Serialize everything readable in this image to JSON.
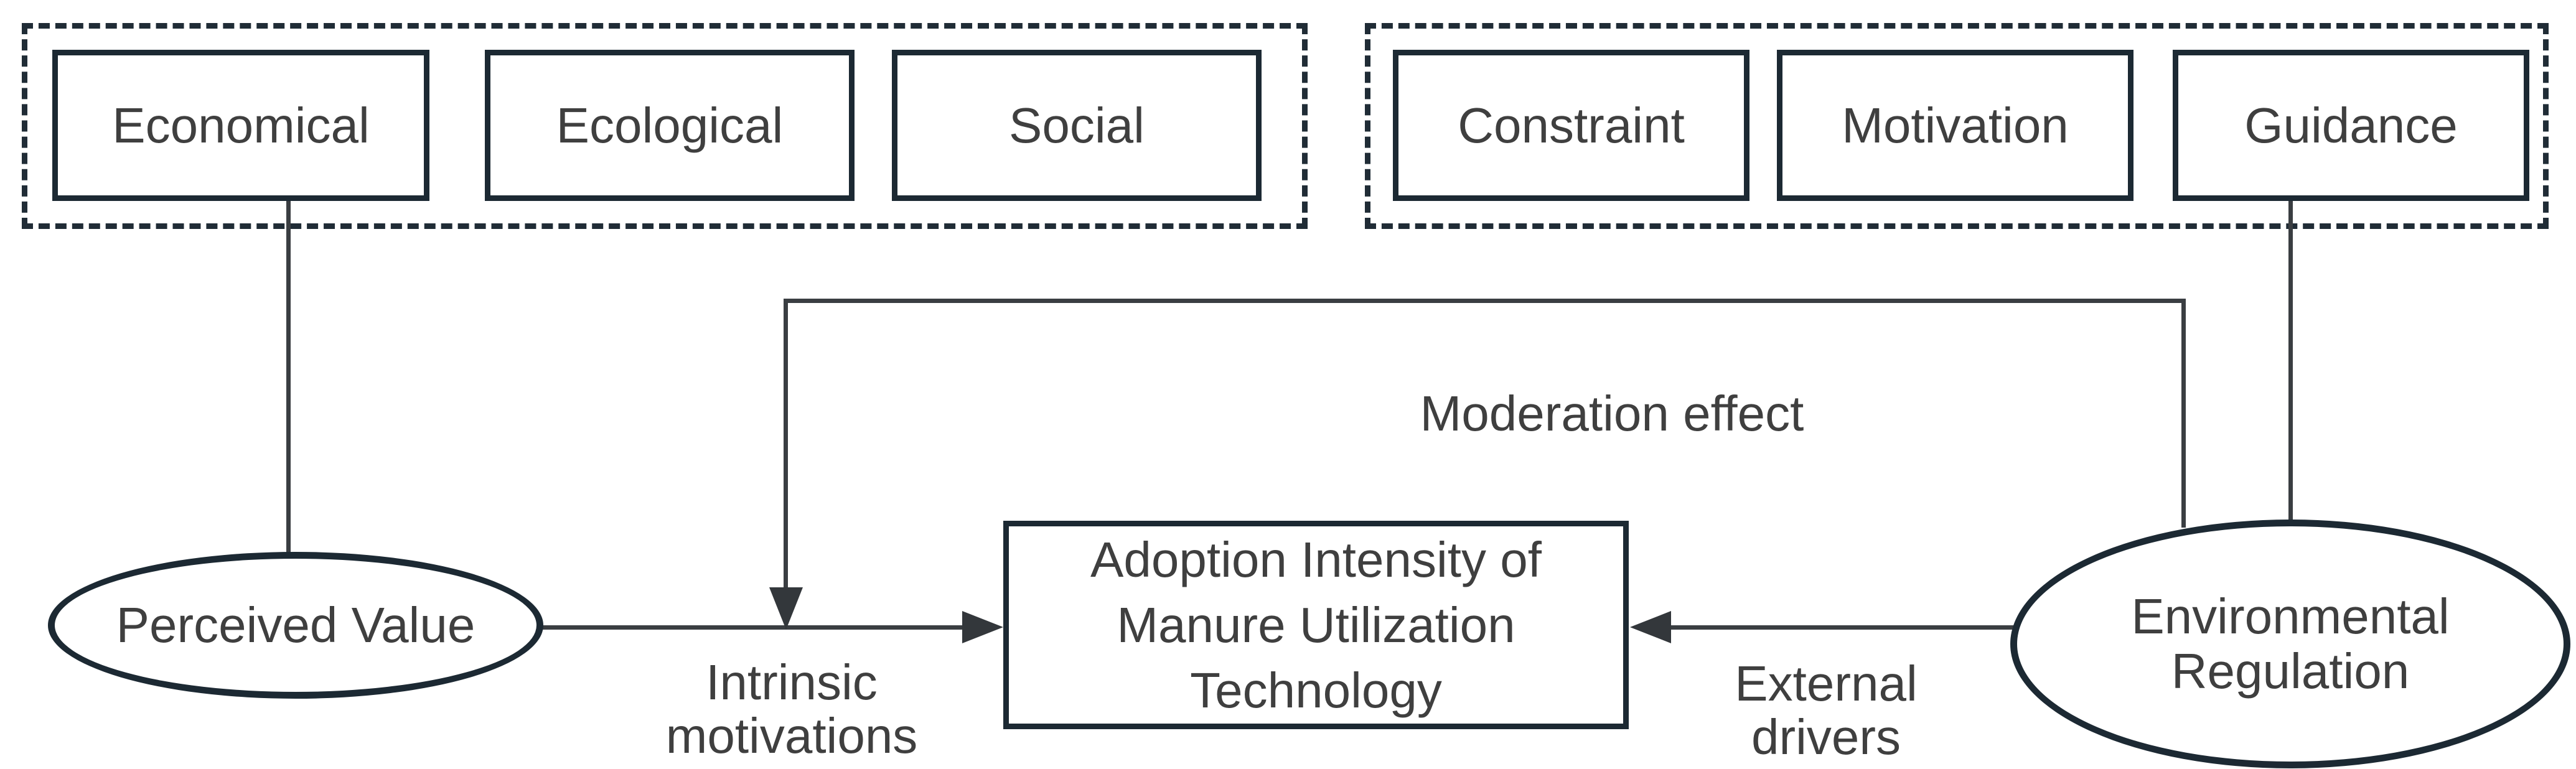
{
  "figure": {
    "perceived_dimensions": {
      "items": [
        {
          "label": "Economical"
        },
        {
          "label": "Ecological"
        },
        {
          "label": "Social"
        }
      ]
    },
    "regulation_dimensions": {
      "items": [
        {
          "label": "Constraint"
        },
        {
          "label": "Motivation"
        },
        {
          "label": "Guidance"
        }
      ]
    },
    "nodes": {
      "perceived_value": {
        "label": "Perceived Value"
      },
      "environmental_regulation": {
        "lines": [
          "Environmental",
          "Regulation"
        ]
      },
      "adoption": {
        "lines": [
          "Adoption Intensity of",
          "Manure Utilization",
          "Technology"
        ]
      }
    },
    "edge_labels": {
      "moderation": "Moderation effect",
      "intrinsic": {
        "lines": [
          "Intrinsic",
          "motivations"
        ]
      },
      "external": {
        "lines": [
          "External",
          "drivers"
        ]
      }
    },
    "colors": {
      "shape_border": "#1c2933",
      "dashed_border": "#202c36",
      "connector_line": "#3a3e42",
      "arrowhead": "#33373b",
      "text": "#3f3f3f",
      "background": "#ffffff"
    }
  }
}
